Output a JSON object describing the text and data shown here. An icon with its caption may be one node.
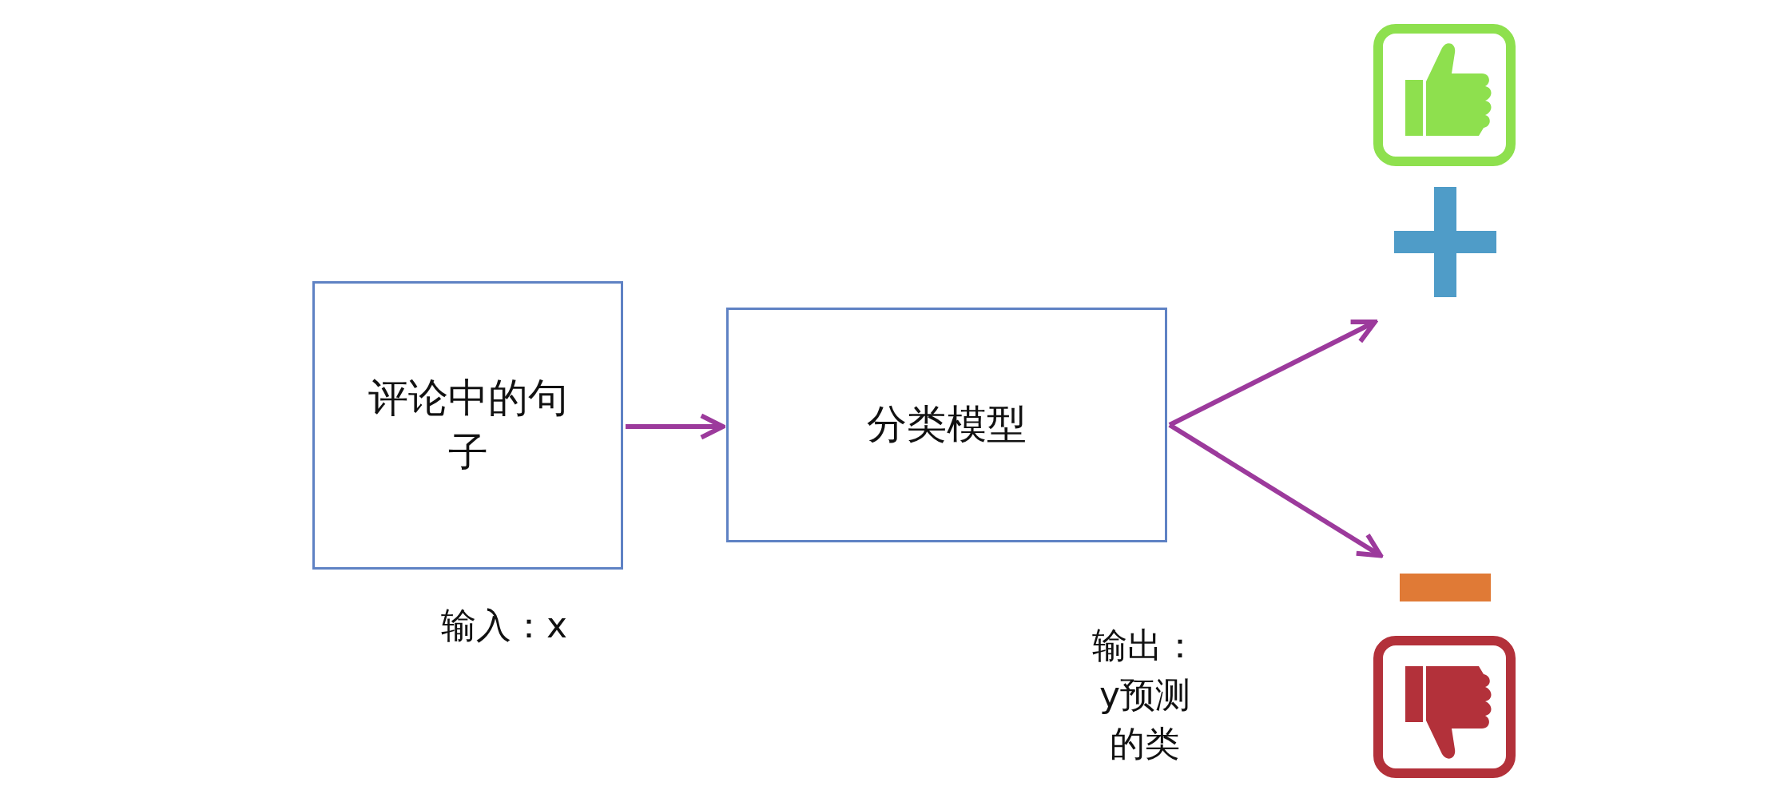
{
  "diagram": {
    "nodes": [
      {
        "text": [
          "评论中的句子"
        ],
        "beside": [
          "输入：x"
        ]
      },
      {
        "text": [
          "分类模型"
        ],
        "beside": [
          "输出：y预测的类"
        ]
      },
      {
        "text": [],
        "shape": "plus"
      },
      {
        "text": [],
        "shape": "minus"
      }
    ],
    "edges": [
      {
        "from": 0,
        "to": 1,
        "arrow": "to"
      },
      {
        "from": 1,
        "to": 2,
        "arrow": "to"
      },
      {
        "from": 1,
        "to": 3,
        "arrow": "to"
      }
    ]
  }
}
